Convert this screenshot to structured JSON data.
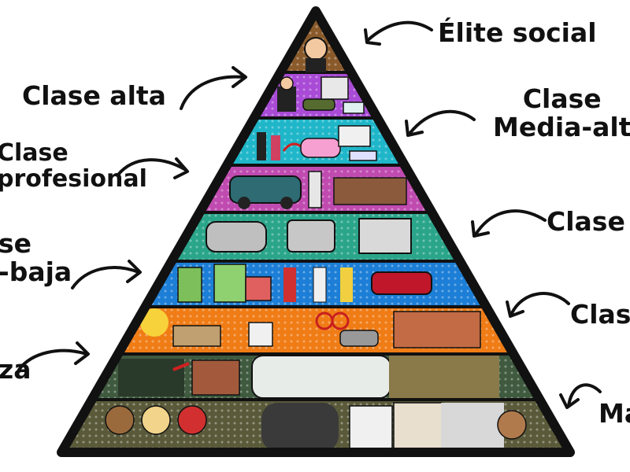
{
  "labels": {
    "elite": "Élite social",
    "alta": "Clase alta",
    "media_alta_1": "Clase",
    "media_alta_2": "Media-alt",
    "profesional_1": "Clase",
    "profesional_2": "profesional",
    "clase_right": "Clase",
    "media_baja_1": "se",
    "media_baja_2": "-baja",
    "clase_right2": "Clase",
    "pobreza": "za",
    "marginal": "Ma"
  },
  "tier_colors": [
    "#8a5a2b",
    "#a94bd6",
    "#1fb6c9",
    "#c04bb0",
    "#2aa58a",
    "#1c7ed6",
    "#f07c16",
    "#3f5a3f",
    "#5a5a3a"
  ]
}
